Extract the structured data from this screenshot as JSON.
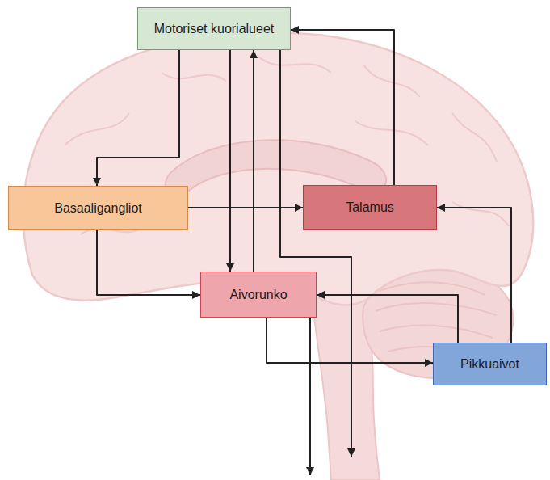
{
  "diagram": {
    "nodes": [
      {
        "text": [
          "Motoriset kuorialueet"
        ]
      },
      {
        "text": [
          "Basaaligangliot"
        ]
      },
      {
        "text": [
          "Talamus"
        ]
      },
      {
        "text": [
          "Aivorunko"
        ]
      },
      {
        "text": [
          "Pikkuaivot"
        ]
      }
    ],
    "edges": [
      {
        "from": 0,
        "to": 1,
        "arrow": "to"
      },
      {
        "from": 0,
        "to": 3,
        "arrow": "to"
      },
      {
        "from": 3,
        "to": 0,
        "arrow": "to"
      },
      {
        "from": 2,
        "to": 0,
        "arrow": "to"
      },
      {
        "from": 1,
        "to": 2,
        "arrow": "to"
      },
      {
        "from": 1,
        "to": 3,
        "arrow": "to"
      },
      {
        "from": 3,
        "to": 4,
        "arrow": "to"
      },
      {
        "from": 4,
        "to": 3,
        "arrow": "to"
      },
      {
        "from": 4,
        "to": 2,
        "arrow": "to"
      }
    ]
  }
}
